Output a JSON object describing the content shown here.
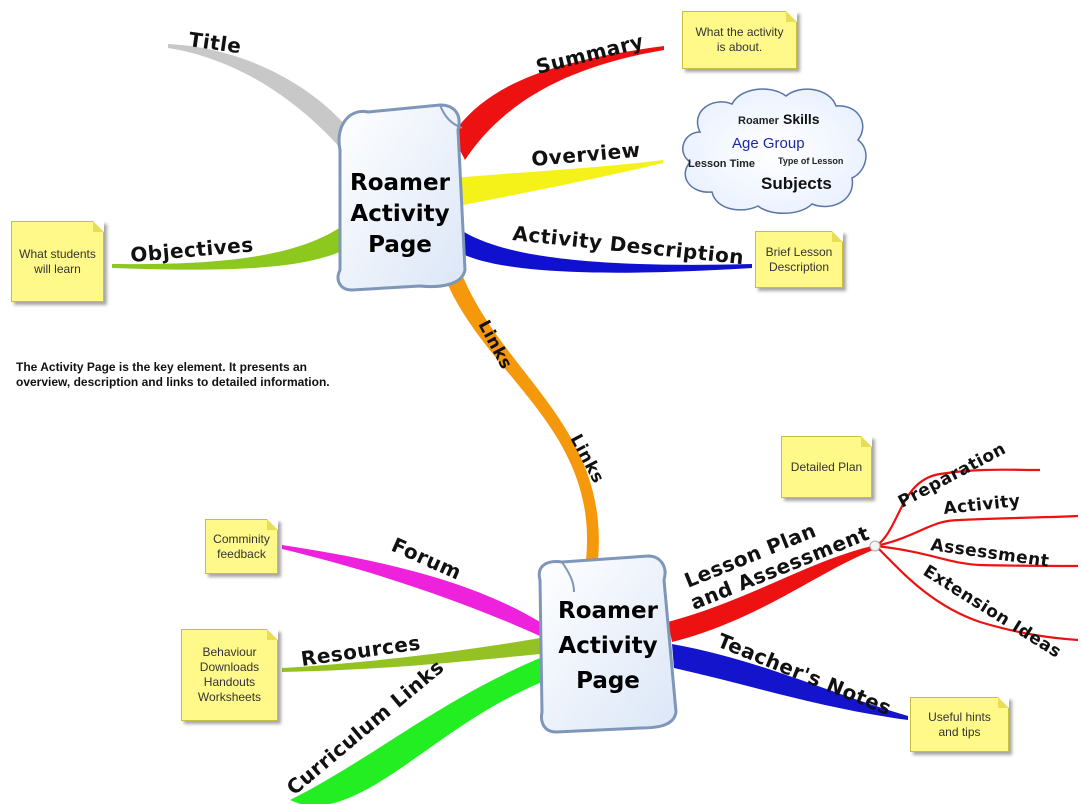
{
  "central_nodes": {
    "top": {
      "line1": "Roamer",
      "line2": "Activity",
      "line3": "Page"
    },
    "bottom": {
      "line1": "Roamer",
      "line2": "Activity",
      "line3": "Page"
    }
  },
  "branches": {
    "title": "Title",
    "summary": "Summary",
    "overview": "Overview",
    "objectives": "Objectives",
    "activity_description": "Activity Description",
    "links_upper": "Links",
    "links_lower": "Links",
    "forum": "Forum",
    "resources": "Resources",
    "curriculum_links": "Curriculum Links",
    "lesson_plan_line1": "Lesson Plan",
    "lesson_plan_line2": "and Assessment",
    "teachers_notes": "Teacher's Notes",
    "preparation": "Preparation",
    "activity": "Activity",
    "assessment": "Assessment",
    "extension_ideas": "Extension Ideas"
  },
  "notes": {
    "summary": {
      "line1": "What the activity",
      "line2": "is about."
    },
    "objectives": {
      "line1": "What students",
      "line2": "will learn"
    },
    "activity_description": {
      "line1": "Brief Lesson",
      "line2": "Description"
    },
    "detailed_plan": "Detailed Plan",
    "forum": {
      "line1": "Comminity",
      "line2": "feedback"
    },
    "resources": [
      "Behaviour",
      "Downloads",
      "Handouts",
      "Worksheets"
    ],
    "teachers_notes": {
      "line1": "Useful hints",
      "line2": "and tips"
    }
  },
  "cloud": {
    "roamer": "Roamer",
    "skills": "Skills",
    "age_group": "Age Group",
    "lesson_time": "Lesson Time",
    "type_of_lesson": "Type of Lesson",
    "subjects": "Subjects"
  },
  "caption": "The Activity Page is the key element.  It presents an overview, description and links to detailed information.",
  "colors": {
    "title": "#c8c8c8",
    "summary": "#ee1111",
    "overview": "#f5f21a",
    "objectives": "#8cc81e",
    "activity_description": "#1010d0",
    "links": "#f5980c",
    "forum": "#ee22dd",
    "resources": "#94c224",
    "curriculum_links": "#22ee22",
    "lesson_plan": "#ee1111",
    "teachers_notes": "#1414cc",
    "note_fill": "#fff98a"
  }
}
